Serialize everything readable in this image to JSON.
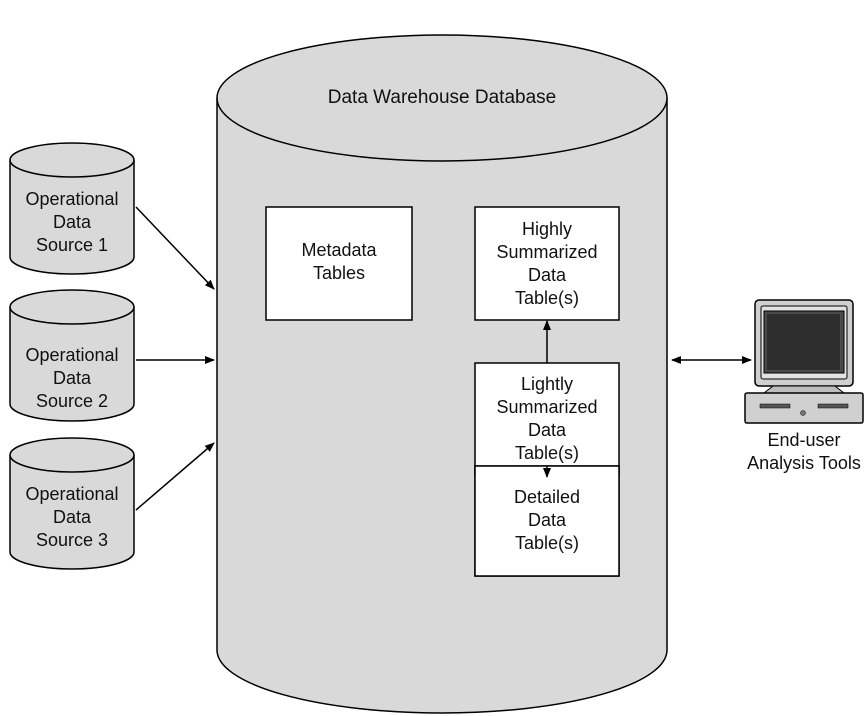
{
  "warehouse": {
    "title": "Data Warehouse Database",
    "tables": {
      "metadata": [
        "Metadata",
        "Tables"
      ],
      "highly_summarized": [
        "Highly",
        "Summarized",
        "Data",
        "Table(s)"
      ],
      "lightly_summarized": [
        "Lightly",
        "Summarized",
        "Data",
        "Table(s)"
      ],
      "detailed": [
        "Detailed",
        "Data",
        "Table(s)"
      ]
    }
  },
  "sources": [
    {
      "lines": [
        "Operational",
        "Data",
        "Source 1"
      ]
    },
    {
      "lines": [
        "Operational",
        "Data",
        "Source 2"
      ]
    },
    {
      "lines": [
        "Operational",
        "Data",
        "Source 3"
      ]
    }
  ],
  "end_user": {
    "lines": [
      "End-user",
      "Analysis Tools"
    ],
    "icon": "desktop-computer-icon"
  },
  "colors": {
    "cylinder_fill": "#d9d9d9",
    "box_fill": "#ffffff",
    "stroke": "#000000"
  }
}
